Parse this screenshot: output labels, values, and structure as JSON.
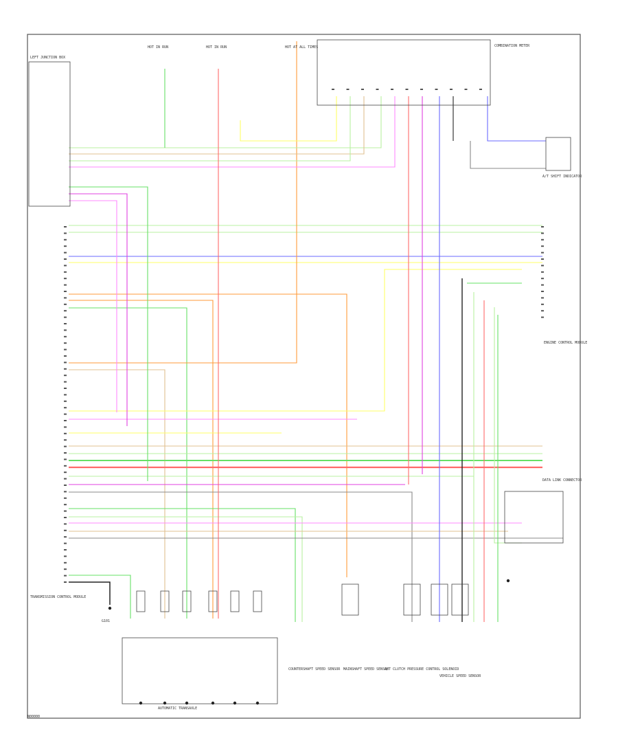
{
  "diagram": {
    "reference_code": "N00000",
    "frame_title": "WIRING DIAGRAM",
    "component_labels": [
      "HOT IN RUN",
      "HOT IN RUN",
      "HOT AT ALL TIMES",
      "LEFT JUNCTION BOX",
      "COMBINATION METER",
      "ENGINE CONTROL MODULE",
      "A/T SHIFT INDICATOR",
      "TRANSMISSION CONTROL MODULE",
      "AUTOMATIC TRANSAXLE",
      "COUNTERSHAFT SPEED SENSOR",
      "MAINSHAFT SPEED SENSOR",
      "VEHICLE SPEED SENSOR",
      "A/T CLUTCH PRESSURE CONTROL SOLENOID",
      "DATA LINK CONNECTOR",
      "G101"
    ],
    "wire_colors": {
      "green": "#66e066",
      "light_green": "#b8f0a0",
      "red": "#ff6a6a",
      "orange": "#ff9a3a",
      "yellow": "#ffff66",
      "blue": "#6a6aff",
      "pink": "#ff88ff",
      "magenta": "#e040e0",
      "tan": "#e0c090",
      "gray": "#888888",
      "black": "#222222"
    }
  }
}
